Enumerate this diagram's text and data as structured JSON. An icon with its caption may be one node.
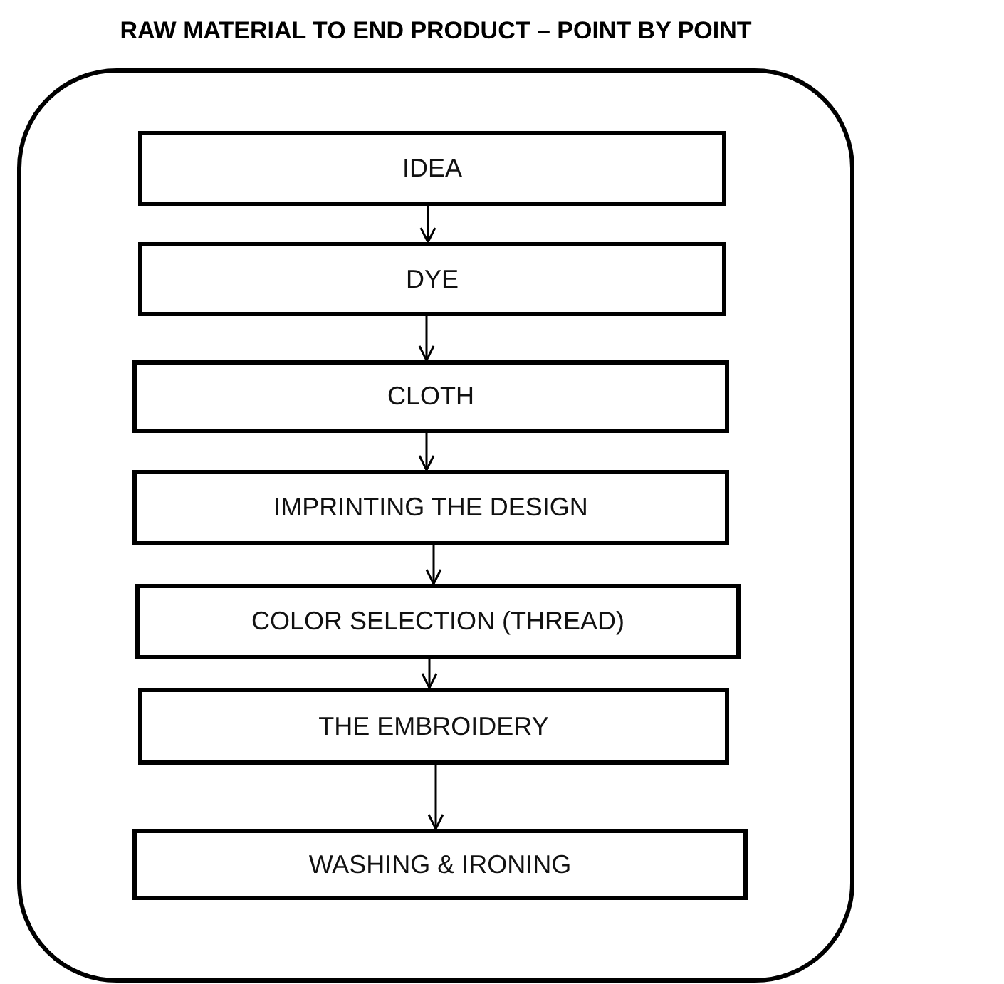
{
  "diagram": {
    "nodes": [
      {
        "text": [
          "RAW MATERIAL TO END PRODUCT – POINT BY POINT"
        ]
      },
      {
        "text": [
          "IDEA"
        ],
        "in": 0
      },
      {
        "text": [
          "DYE"
        ],
        "in": 0
      },
      {
        "text": [
          "CLOTH"
        ],
        "in": 0
      },
      {
        "text": [
          "IMPRINTING THE DESIGN"
        ],
        "in": 0
      },
      {
        "text": [
          "COLOR SELECTION (THREAD)"
        ],
        "in": 0
      },
      {
        "text": [
          "THE EMBROIDERY"
        ],
        "in": 0
      },
      {
        "text": [
          "WASHING & IRONING"
        ],
        "in": 0
      }
    ],
    "edges": [
      {
        "from": 1,
        "to": 2,
        "arrow": "to"
      },
      {
        "from": 2,
        "to": 3,
        "arrow": "to"
      },
      {
        "from": 3,
        "to": 4,
        "arrow": "to"
      },
      {
        "from": 4,
        "to": 5,
        "arrow": "to"
      },
      {
        "from": 5,
        "to": 6,
        "arrow": "to"
      },
      {
        "from": 6,
        "to": 7,
        "arrow": "to"
      }
    ]
  }
}
